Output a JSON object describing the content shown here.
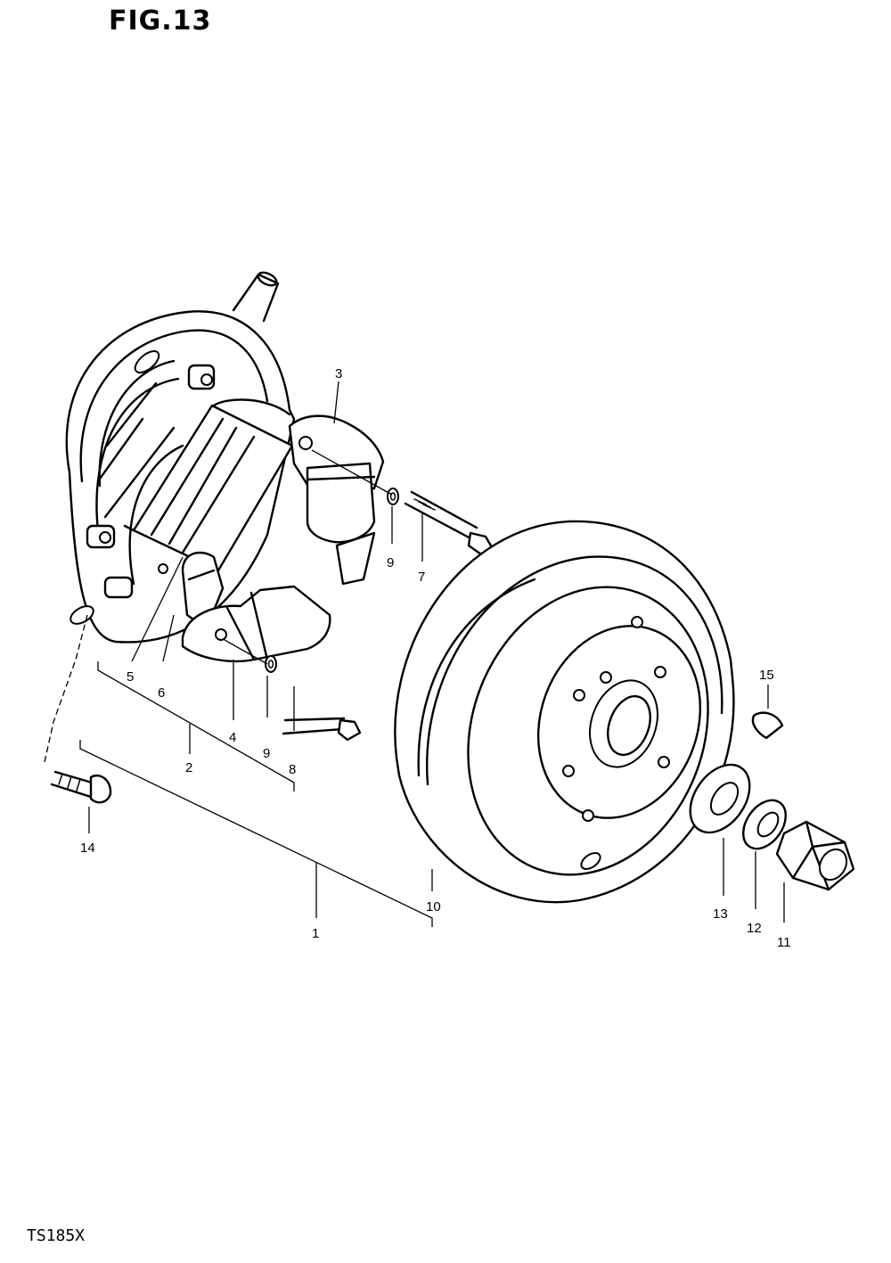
{
  "figure": {
    "title": "FIG.13",
    "model_code": "TS185X"
  },
  "callouts": {
    "p1": "1",
    "p2": "2",
    "p3": "3",
    "p4": "4",
    "p5": "5",
    "p6": "6",
    "p7": "7",
    "p8": "8",
    "p9a": "9",
    "p9b": "9",
    "p10": "10",
    "p11": "11",
    "p12": "12",
    "p13": "13",
    "p14": "14",
    "p15": "15"
  }
}
